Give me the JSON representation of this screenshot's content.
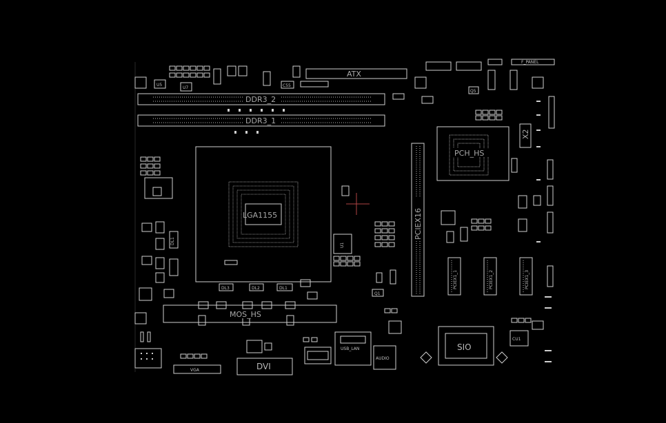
{
  "labels": {
    "atx": "ATX",
    "ddr3_2": "DDR3_2",
    "ddr3_1": "DDR3_1",
    "pch_hs": "PCH_HS",
    "lga1155": "LGA1155",
    "pciex16": "PCIEX16",
    "pciex1_1": "PCIEX1_1",
    "pciex1_2": "PCIEX1_2",
    "pciex1_3": "PCIEX1_3",
    "mos_hs": "MOS_HS",
    "sio": "SIO",
    "vga": "VGA",
    "dvi": "DVI",
    "usb_lan": "USB_LAN",
    "audio": "AUDIO",
    "x2": "X2",
    "u1": "U1",
    "q1": "Q1",
    "q5": "Q5",
    "cu1": "CU1",
    "dl1": "DL1",
    "dl2": "DL2",
    "dl3": "DL3",
    "u5": "U5",
    "u7": "U7",
    "c55": "C55",
    "f_panel": "F_PANEL"
  },
  "colors": {
    "background": "#000000",
    "trace": "#cfcfcf",
    "cursor": "#b04545"
  }
}
